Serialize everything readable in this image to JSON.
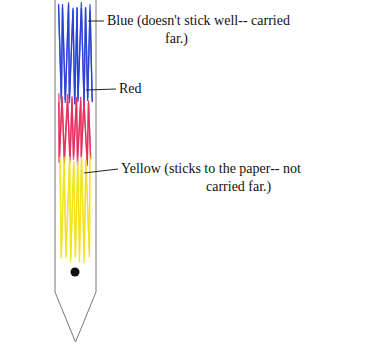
{
  "diagram": {
    "labels": [
      "Blue (doesn't stick well-- carried far.)",
      "Red",
      "Yellow (sticks to the paper-- not carried far.)"
    ]
  }
}
